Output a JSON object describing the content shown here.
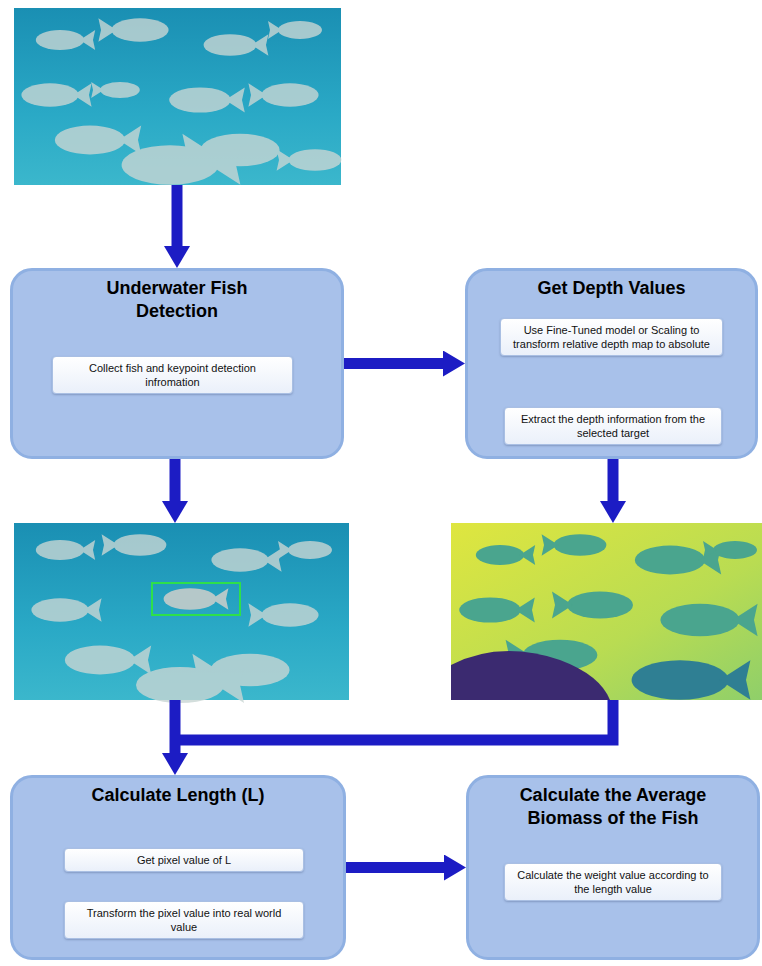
{
  "diagram": {
    "nodes": [
      {
        "text": [
          "Underwater Fish Detection"
        ]
      },
      {
        "text": [
          "Collect fish and keypoint detection infromation"
        ],
        "in": 0
      },
      {
        "text": [
          "Get Depth Values"
        ]
      },
      {
        "text": [
          "Use Fine-Tuned model or Scaling to transform relative depth map to absolute"
        ],
        "in": 2
      },
      {
        "text": [
          "Extract the depth information from the selected target"
        ],
        "in": 2
      },
      {
        "text": [
          "Calculate Length (L)"
        ]
      },
      {
        "text": [
          "Get pixel value of L"
        ],
        "in": 5
      },
      {
        "text": [
          "Transform the pixel value into real world value"
        ],
        "in": 5
      },
      {
        "text": [
          "Calculate the Average Biomass of the Fish"
        ]
      },
      {
        "text": [
          "Calculate the weight value according to the length value"
        ],
        "in": 8
      }
    ],
    "edges": [
      {
        "from": 0,
        "to": 2,
        "arrow": "to"
      },
      {
        "from": 3,
        "to": 4,
        "arrow": "to"
      },
      {
        "from": 6,
        "to": 7,
        "arrow": "to"
      },
      {
        "from": 5,
        "to": 8,
        "arrow": "to"
      }
    ]
  }
}
